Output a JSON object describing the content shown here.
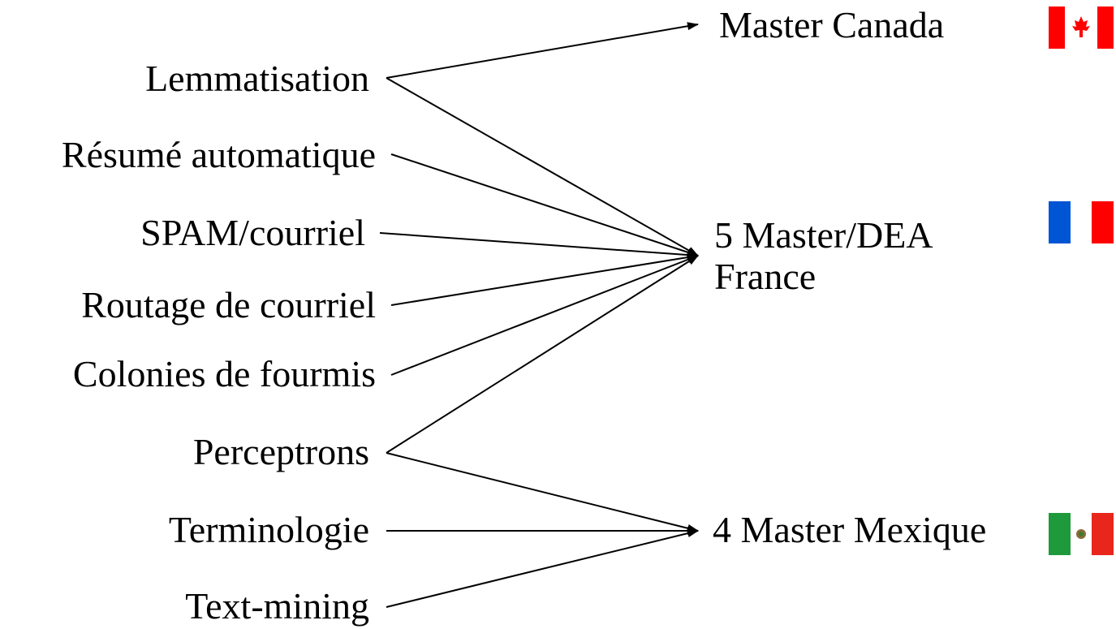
{
  "sources": [
    {
      "id": "lemmatisation",
      "label": "Lemmatisation"
    },
    {
      "id": "resume",
      "label": "Résumé automatique"
    },
    {
      "id": "spam",
      "label": "SPAM/courriel"
    },
    {
      "id": "routage",
      "label": "Routage de courriel"
    },
    {
      "id": "colonies",
      "label": "Colonies de fourmis"
    },
    {
      "id": "perceptrons",
      "label": "Perceptrons"
    },
    {
      "id": "terminologie",
      "label": "Terminologie"
    },
    {
      "id": "textmining",
      "label": "Text-mining"
    }
  ],
  "targets": [
    {
      "id": "canada",
      "label": "Master Canada"
    },
    {
      "id": "france",
      "label_line1": "5 Master/DEA",
      "label_line2": "France"
    },
    {
      "id": "mexique",
      "label": "4 Master Mexique"
    }
  ],
  "edges": [
    [
      "lemmatisation",
      "canada"
    ],
    [
      "lemmatisation",
      "france"
    ],
    [
      "resume",
      "france"
    ],
    [
      "spam",
      "france"
    ],
    [
      "routage",
      "france"
    ],
    [
      "colonies",
      "france"
    ],
    [
      "perceptrons",
      "france"
    ],
    [
      "perceptrons",
      "mexique"
    ],
    [
      "terminologie",
      "mexique"
    ],
    [
      "textmining",
      "mexique"
    ]
  ],
  "flags": [
    {
      "target": "canada",
      "icon": "canada-flag-icon"
    },
    {
      "target": "france",
      "icon": "france-flag-icon"
    },
    {
      "target": "mexique",
      "icon": "mexico-flag-icon"
    }
  ],
  "colors": {
    "line": "#000000",
    "canada_red": "#ff0000",
    "france_blue": "#0055d4",
    "france_red": "#ff0000",
    "mexico_green": "#1e9a3c",
    "mexico_red": "#e8261c"
  }
}
